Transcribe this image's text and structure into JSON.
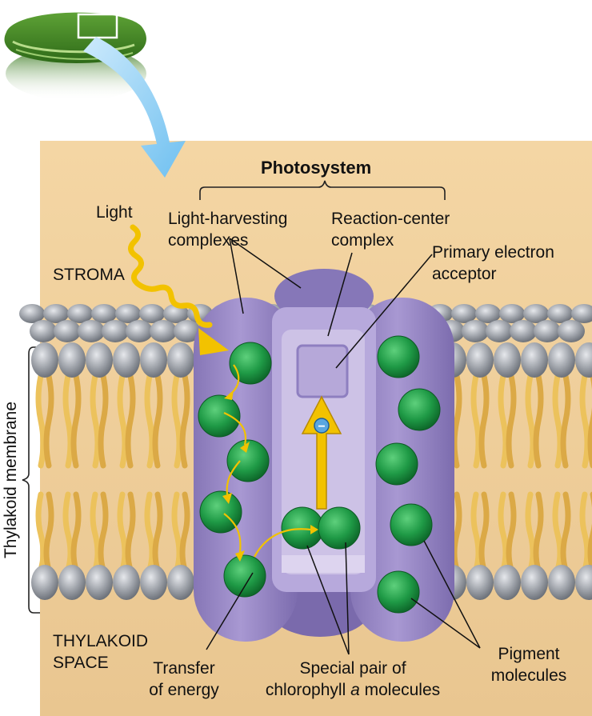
{
  "labels": {
    "photosystem": "Photosystem",
    "light": "Light",
    "light_harvesting_1": "Light-harvesting",
    "light_harvesting_2": "complexes",
    "reaction_center_1": "Reaction-center",
    "reaction_center_2": "complex",
    "primary_acceptor_1": "Primary electron",
    "primary_acceptor_2": "acceptor",
    "stroma": "STROMA",
    "thylakoid_membrane": "Thylakoid membrane",
    "thylakoid_space_1": "THYLAKOID",
    "thylakoid_space_2": "SPACE",
    "transfer_1": "Transfer",
    "transfer_2": "of energy",
    "special_pair_1": "Special pair of",
    "special_pair_2a": "chlorophyll ",
    "special_pair_2b": "a",
    "special_pair_2c": " molecules",
    "pigment_1": "Pigment",
    "pigment_2": "molecules",
    "electron_symbol": "−"
  },
  "colors": {
    "stroma": "#f3d3a0",
    "thylakoid_space": "#e8c48e",
    "lipid_head": "#9a9ea6",
    "lipid_tail": "#ecc25c",
    "protein": "#9d8dc8",
    "protein_dark": "#7f6fae",
    "reaction_center": "#cbbfe3",
    "pigment": "#1f9a46",
    "arrow_yellow": "#f2c200",
    "arrow_blue": "#8fd1f5",
    "chloroplast": "#4f8f2a"
  }
}
